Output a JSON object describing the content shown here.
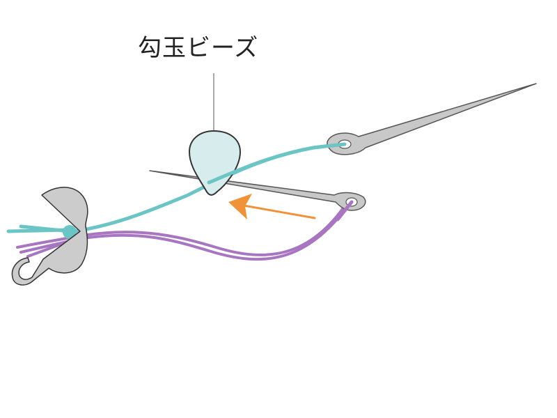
{
  "diagram": {
    "label": "勾玉ビーズ",
    "components": {
      "bead": {
        "name": "magatama-bead",
        "fill": "#d7ecec",
        "stroke": "#333333"
      },
      "thread_teal": {
        "color": "#6cc5c5"
      },
      "thread_purple": {
        "color": "#a876c0"
      },
      "needles": {
        "fill": "#c8c8c8",
        "stroke": "#555555",
        "count": 2
      },
      "clasp": {
        "fill": "#cccccc",
        "stroke": "#333333"
      },
      "arrow": {
        "color": "#f0923a",
        "direction": "left"
      }
    }
  }
}
